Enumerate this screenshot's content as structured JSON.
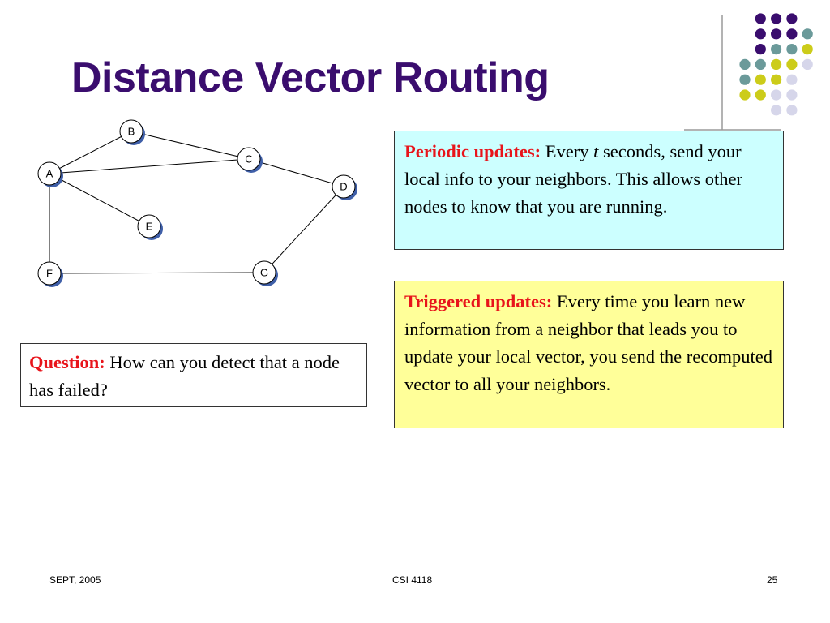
{
  "title": "Distance Vector Routing",
  "network": {
    "nodes": [
      "A",
      "B",
      "C",
      "D",
      "E",
      "F",
      "G"
    ],
    "edges": [
      [
        "A",
        "B"
      ],
      [
        "A",
        "C"
      ],
      [
        "B",
        "C"
      ],
      [
        "C",
        "D"
      ],
      [
        "A",
        "E"
      ],
      [
        "A",
        "F"
      ],
      [
        "F",
        "G"
      ],
      [
        "G",
        "D"
      ]
    ]
  },
  "periodic": {
    "lead": "Periodic updates:",
    "text_before": " Every ",
    "variable": "t",
    "text_after": " seconds, send your local info to your neighbors. This allows other nodes to know that you are running."
  },
  "triggered": {
    "lead": "Triggered updates:",
    "text": " Every time you learn new information from a neighbor that leads you to update your local vector, you send the recomputed vector to all your neighbors."
  },
  "question": {
    "lead": "Question:",
    "text": " How can you detect that a node has failed?"
  },
  "footer": {
    "date": "SEPT, 2005",
    "course": "CSI 4118",
    "page": "25"
  },
  "colors": {
    "title": "#3a0d6e",
    "lead_text": "#e8141b",
    "periodic_bg": "#ccffff",
    "triggered_bg": "#ffff99",
    "dot_purple": "#3a0d6e",
    "dot_teal": "#6b9a9a",
    "dot_olive": "#cccc1a",
    "dot_lavender": "#d6d6ea"
  }
}
